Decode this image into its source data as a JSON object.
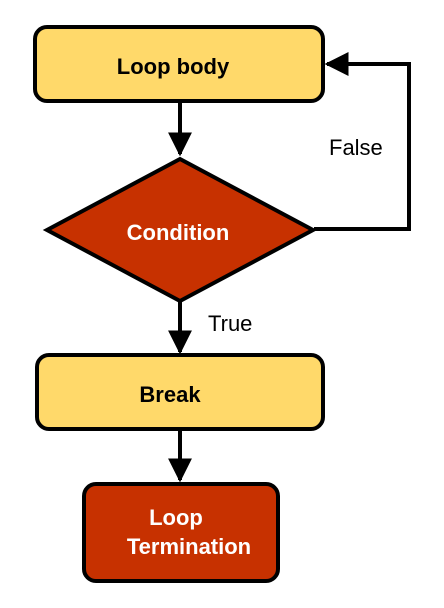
{
  "diagram": {
    "colors": {
      "process_fill": "#FFD96A",
      "decision_fill": "#C73100",
      "terminal_fill": "#C73100",
      "stroke": "#000000",
      "dark_text": "#000000",
      "light_text": "#ffffff"
    },
    "nodes": {
      "loop_body": {
        "label": "Loop body"
      },
      "condition": {
        "label": "Condition"
      },
      "break_node": {
        "label": "Break"
      },
      "termination": {
        "line1": "Loop",
        "line2": "Termination"
      }
    },
    "edges": {
      "false_label": "False",
      "true_label": "True"
    }
  }
}
